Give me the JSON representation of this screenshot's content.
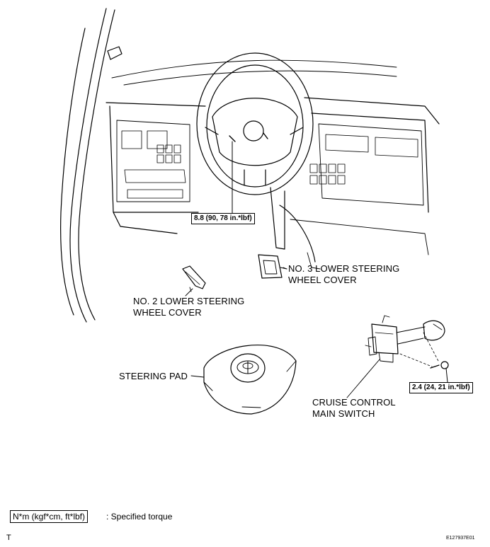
{
  "labels": {
    "no3_line1": "NO. 3 LOWER STEERING",
    "no3_line2": "WHEEL COVER",
    "no2_line1": "NO. 2 LOWER STEERING",
    "no2_line2": "WHEEL COVER",
    "steering_pad": "STEERING PAD",
    "cruise_line1": "CRUISE CONTROL",
    "cruise_line2": "MAIN SWITCH"
  },
  "torques": {
    "steering_wheel": "8.8 (90, 78 in.*lbf)",
    "cruise_switch": "2.4 (24, 21 in.*lbf)"
  },
  "legend": {
    "box": "N*m (kgf*cm, ft*lbf)",
    "text": ": Specified torque"
  },
  "footer": {
    "corner_mark": "T",
    "figure_id": "E127937E01"
  }
}
